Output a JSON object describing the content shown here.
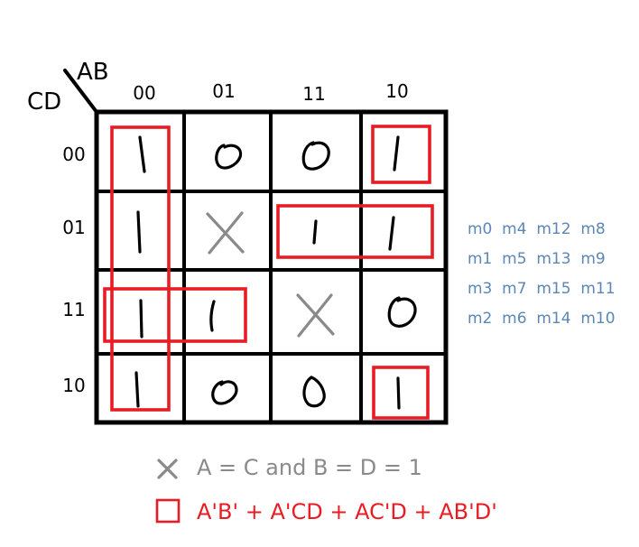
{
  "variables": {
    "col_var": "AB",
    "row_var": "CD"
  },
  "col_labels": [
    "00",
    "01",
    "11",
    "10"
  ],
  "row_labels": [
    "00",
    "01",
    "11",
    "10"
  ],
  "cells": [
    [
      "1",
      "0",
      "0",
      "1"
    ],
    [
      "1",
      "X",
      "1",
      "1"
    ],
    [
      "1",
      "1",
      "X",
      "0"
    ],
    [
      "1",
      "0",
      "0",
      "1"
    ]
  ],
  "minterm_rows": [
    "m0  m4  m12  m8",
    "m1  m5  m13  m9",
    "m3  m7  m15  m11",
    "m2  m6  m14  m10"
  ],
  "legend": {
    "dont_care_text": "A = C and B = D = 1",
    "groups_text": "A'B' + A'CD + AC'D + AB'D'"
  },
  "colors": {
    "group": "#e81c24",
    "dont_care": "#8a8a8a",
    "minterm": "#5b86b5"
  }
}
